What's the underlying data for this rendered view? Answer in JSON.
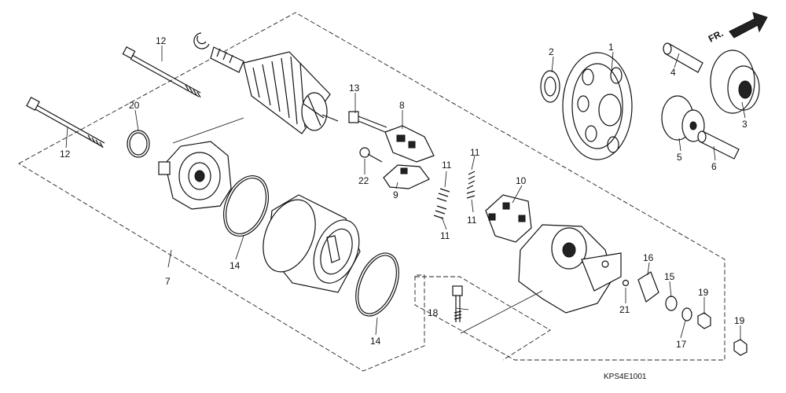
{
  "diagram": {
    "diagram_code": "KPS4E1001",
    "direction_label": "FR.",
    "callouts": [
      {
        "id": "c1",
        "text": "1"
      },
      {
        "id": "c2",
        "text": "2"
      },
      {
        "id": "c3",
        "text": "3"
      },
      {
        "id": "c4",
        "text": "4"
      },
      {
        "id": "c5",
        "text": "5"
      },
      {
        "id": "c6",
        "text": "6"
      },
      {
        "id": "c7",
        "text": "7"
      },
      {
        "id": "c8",
        "text": "8"
      },
      {
        "id": "c9",
        "text": "9"
      },
      {
        "id": "c10",
        "text": "10"
      },
      {
        "id": "c11a",
        "text": "11"
      },
      {
        "id": "c11b",
        "text": "11"
      },
      {
        "id": "c11c",
        "text": "11"
      },
      {
        "id": "c11d",
        "text": "11"
      },
      {
        "id": "c12a",
        "text": "12"
      },
      {
        "id": "c12b",
        "text": "12"
      },
      {
        "id": "c13",
        "text": "13"
      },
      {
        "id": "c14a",
        "text": "14"
      },
      {
        "id": "c14b",
        "text": "14"
      },
      {
        "id": "c15",
        "text": "15"
      },
      {
        "id": "c16",
        "text": "16"
      },
      {
        "id": "c17",
        "text": "17"
      },
      {
        "id": "c18",
        "text": "18"
      },
      {
        "id": "c19a",
        "text": "19"
      },
      {
        "id": "c19b",
        "text": "19"
      },
      {
        "id": "c20",
        "text": "20"
      },
      {
        "id": "c21",
        "text": "21"
      },
      {
        "id": "c22",
        "text": "22"
      }
    ]
  }
}
